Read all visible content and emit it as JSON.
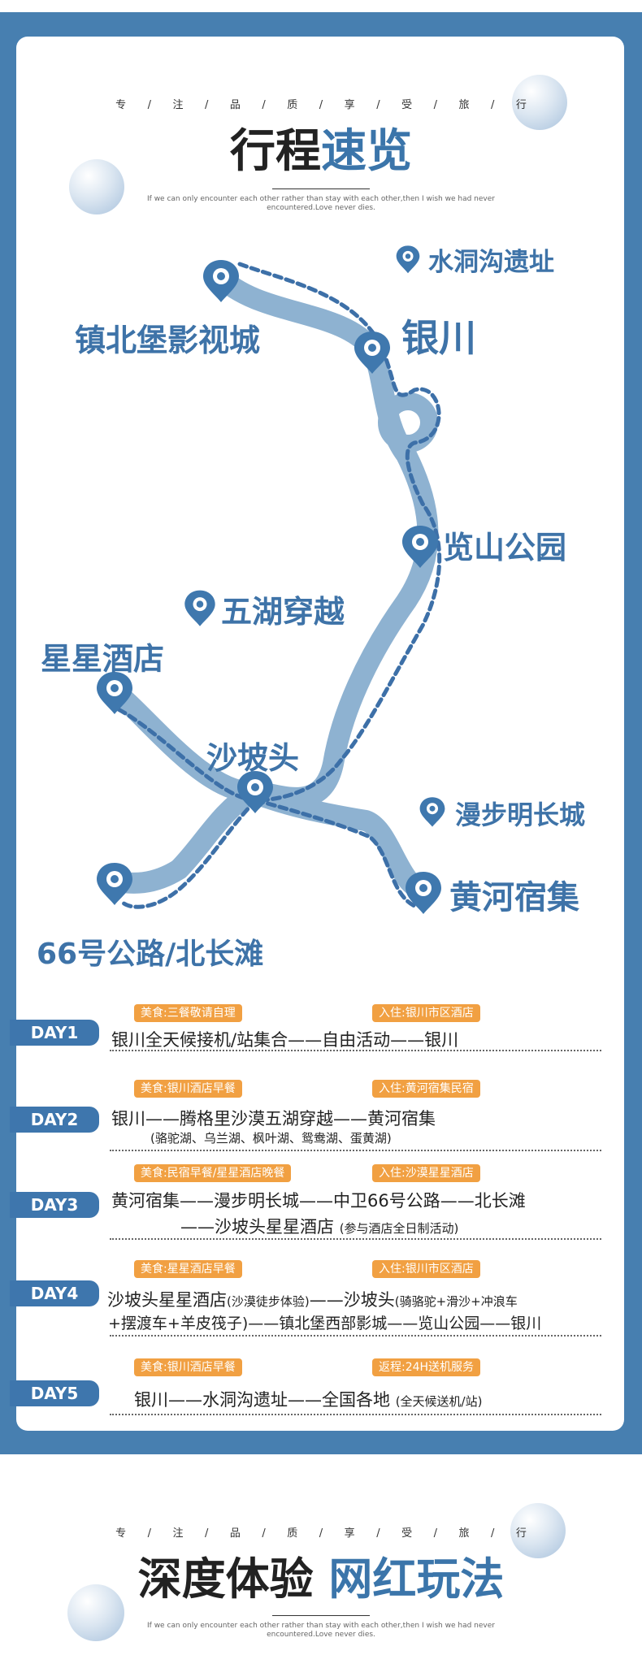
{
  "header": {
    "slogan": [
      "专",
      "注",
      "品",
      "质",
      "享",
      "受",
      "旅",
      "行"
    ],
    "title_dark": "行程",
    "title_blue": "速览",
    "sub": "If we can only encounter each other rather than stay with each other,then I wish we had never encountered.Love never dies."
  },
  "map": {
    "places": {
      "zhenbeibao": "镇北堡影视城",
      "shuidonggou": "水洞沟遗址",
      "yinchuan": "银川",
      "lanshan": "览山公园",
      "wuhu": "五湖穿越",
      "xingxing": "星星酒店",
      "shapotou": "沙坡头",
      "manbu": "漫步明长城",
      "huanghe": "黄河宿集",
      "road66": "66号公路/北长滩"
    },
    "colors": {
      "route": "#8eb2d1",
      "dash": "#3d70a8",
      "pin": "#3f78ae"
    }
  },
  "days": [
    {
      "label": "DAY1",
      "food": "美食:三餐敬请自理",
      "stay": "入住:银川市区酒店",
      "line1": "银川全天候接机/站集合——自由活动——银川",
      "line2": ""
    },
    {
      "label": "DAY2",
      "food": "美食:银川酒店早餐",
      "stay": "入住:黄河宿集民宿",
      "line1": "银川——腾格里沙漠五湖穿越——黄河宿集",
      "line2": "(骆驼湖、乌兰湖、枫叶湖、鸳鸯湖、蛋黄湖)"
    },
    {
      "label": "DAY3",
      "food": "美食:民宿早餐/星星酒店晚餐",
      "stay": "入住:沙漠星星酒店",
      "line1": "黄河宿集——漫步明长城——中卫66号公路——北长滩",
      "line2a": "——沙坡头星星酒店",
      "line2b": "(参与酒店全日制活动)"
    },
    {
      "label": "DAY4",
      "food": "美食:星星酒店早餐",
      "stay": "入住:银川市区酒店",
      "line1a": "沙坡头星星酒店",
      "line1b": "(沙漠徒步体验)",
      "line1c": "——沙坡头",
      "line1d": "(骑骆驼+滑沙+冲浪车",
      "line2": "+摆渡车+羊皮筏子)——镇北堡西部影城——览山公园——银川"
    },
    {
      "label": "DAY5",
      "food": "美食:银川酒店早餐",
      "stay": "返程:24H送机服务",
      "line1a": "银川——水洞沟遗址——全国各地",
      "line1b": "(全天候送机/站)"
    }
  ],
  "footer": {
    "slogan": [
      "专",
      "注",
      "品",
      "质",
      "享",
      "受",
      "旅",
      "行"
    ],
    "title_dark": "深度体验",
    "title_blue": "网红玩法",
    "sub": "If we can only encounter each other rather than stay with each other,then I wish we had never encountered.Love never dies."
  }
}
